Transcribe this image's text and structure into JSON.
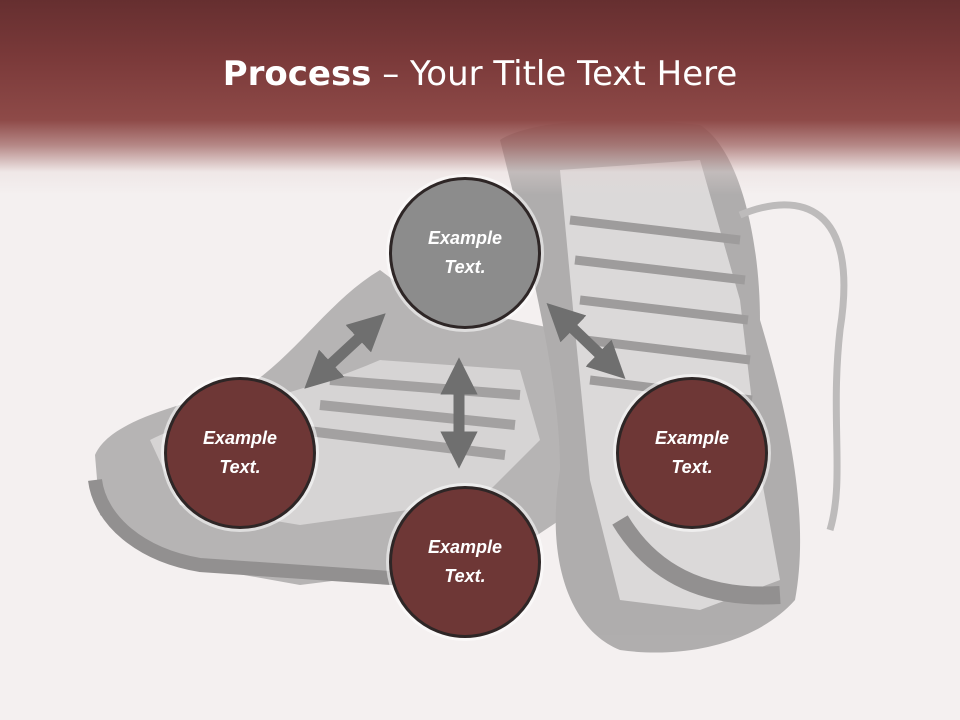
{
  "slide": {
    "title_bold": "Process",
    "title_rest": " – Your Title Text Here"
  },
  "nodes": {
    "top": {
      "text": "Example\nText."
    },
    "left": {
      "text": "Example\nText."
    },
    "right": {
      "text": "Example\nText."
    },
    "bottom": {
      "text": "Example\nText."
    }
  },
  "colors": {
    "header": "#7b3a3a",
    "node_top": "#8c8c8c",
    "node_other": "#6e3736",
    "arrow": "#6f6f6f"
  },
  "icons": [
    "double-arrow-icon"
  ]
}
